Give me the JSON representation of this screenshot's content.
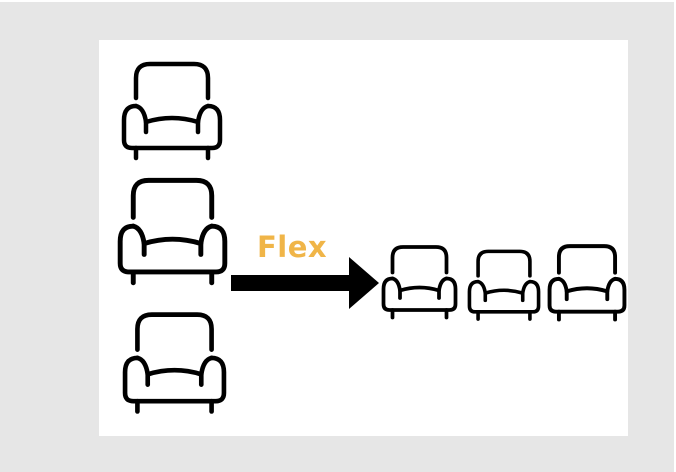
{
  "diagram": {
    "label": "Flex",
    "label_color": "#f0b548",
    "icon": "armchair-icon",
    "left_group": {
      "layout": "column",
      "count": 3
    },
    "right_group": {
      "layout": "row",
      "count": 3
    }
  }
}
